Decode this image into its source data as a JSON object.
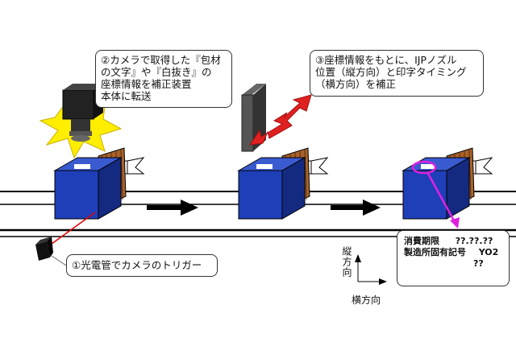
{
  "callouts": {
    "camera": [
      "②カメラで取得した『包材",
      "の文字』や『白抜き』の",
      "座標情報を補正装置",
      "本体に転送"
    ],
    "correction": [
      "③座標情報をもとに、IJPノズル",
      "位置（縦方向）と印字タイミング",
      "（横方向）を補正"
    ],
    "trigger": "①光電管でカメラのトリガー"
  },
  "print_sample": {
    "line1_label": "消費期限",
    "line1_value": "??.??.??",
    "line2_label": "製造所固有記号",
    "line2_value": "YO2",
    "line3": "??"
  },
  "axis": {
    "vertical_label": "縦方向",
    "horizontal_label": "横方向"
  },
  "colors": {
    "box_blue": "#1f3fb8",
    "box_dark": "#142a80",
    "wrap_brown": "#a8622a",
    "laser_red": "#e00000",
    "arrow_red": "#e02020",
    "magenta": "#e020e0",
    "flash_yellow": "#ffee00"
  }
}
